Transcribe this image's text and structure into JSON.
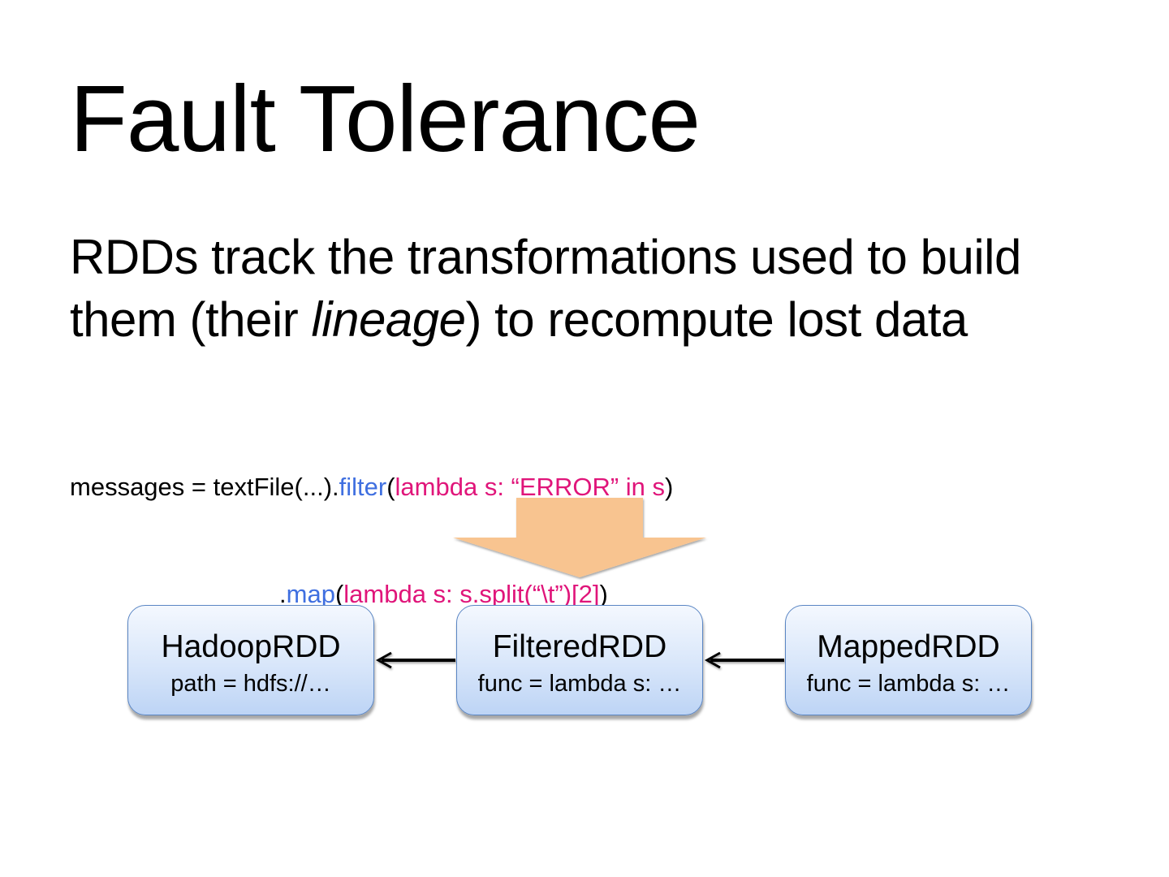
{
  "slide": {
    "title": "Fault Tolerance",
    "body": {
      "line1": "RDDs track the transformations used to build",
      "line2_before": "them (their ",
      "line2_italic": "lineage",
      "line2_after": ") to recompute lost data"
    },
    "code": {
      "line1": {
        "prefix": "messages = textFile(...).",
        "method": "filter",
        "open": "(",
        "arg": "lambda s: “ERROR” in s",
        "close": ")"
      },
      "line2": {
        "prefix": ".",
        "method": "map",
        "open": "(",
        "arg": "lambda s: s.split(“\\t”)[2]",
        "close": ")"
      }
    },
    "nodes": [
      {
        "name": "HadoopRDD",
        "detail": "path = hdfs://…"
      },
      {
        "name": "FilteredRDD",
        "detail": "func = lambda s: …"
      },
      {
        "name": "MappedRDD",
        "detail": "func = lambda s: …"
      }
    ],
    "colors": {
      "method": "#3f6fe0",
      "argument": "#e0157a",
      "big_arrow": "#f8c490",
      "node_border": "#5a86c4",
      "node_fill_top": "#f4f8fe",
      "node_fill_bottom": "#bdd4f5"
    }
  }
}
